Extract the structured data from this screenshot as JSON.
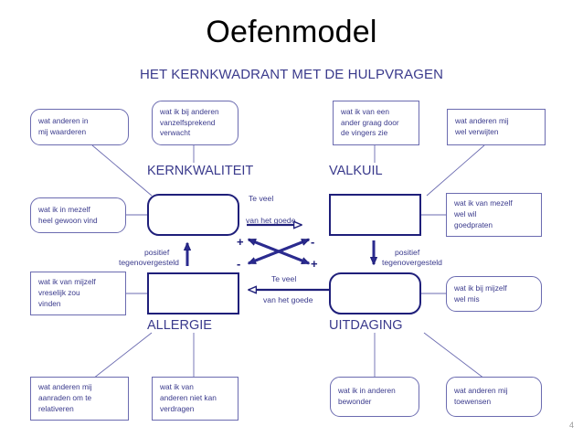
{
  "slide": {
    "title": "Oefenmodel",
    "subtitle": "HET KERNKWADRANT MET DE HULPVRAGEN",
    "page_number": "4",
    "colors": {
      "title": "#000000",
      "accent_text": "#3a3a8c",
      "core_border": "#1f1f7a",
      "box_border": "#6b6bb0",
      "page_number": "#9a9a9a",
      "background": "#ffffff"
    }
  },
  "quadrants": {
    "kernkwaliteit": {
      "label": "KERNKWALITEIT",
      "shape": "rounded"
    },
    "valkuil": {
      "label": "VALKUIL",
      "shape": "rectangular"
    },
    "allergie": {
      "label": "ALLERGIE",
      "shape": "rectangular"
    },
    "uitdaging": {
      "label": "UITDAGING",
      "shape": "rounded"
    }
  },
  "helper_boxes": {
    "top_row": [
      {
        "id": "top-left-outer",
        "text": "wat anderen in\nmij waarderen",
        "shape": "rounded"
      },
      {
        "id": "top-left-inner",
        "text": "wat ik bij anderen\nvanzelfsprekend\nverwacht",
        "shape": "rounded"
      },
      {
        "id": "top-right-inner",
        "text": "wat ik van een\nander graag door\nde vingers zie",
        "shape": "rectangular"
      },
      {
        "id": "top-right-outer",
        "text": "wat anderen mij\nwel verwijten",
        "shape": "rectangular"
      }
    ],
    "middle_row": [
      {
        "id": "mid-left-upper",
        "text": "wat ik in mezelf\nheel gewoon vind",
        "shape": "rounded"
      },
      {
        "id": "mid-right-upper",
        "text": "wat ik van mezelf\nwel wil\ngoedpraten",
        "shape": "rectangular"
      },
      {
        "id": "mid-left-lower",
        "text": "wat ik van mijzelf\nvreselijk zou\nvinden",
        "shape": "rectangular"
      },
      {
        "id": "mid-right-lower",
        "text": "wat ik bij mijzelf\nwel mis",
        "shape": "rounded"
      }
    ],
    "bottom_row": [
      {
        "id": "bot-left-outer",
        "text": "wat anderen mij\naanraden om te\nrelativeren",
        "shape": "rectangular"
      },
      {
        "id": "bot-left-inner",
        "text": "wat ik van\nanderen niet kan\nverdragen",
        "shape": "rectangular"
      },
      {
        "id": "bot-right-inner",
        "text": "wat ik in anderen\nbewonder",
        "shape": "rounded"
      },
      {
        "id": "bot-right-outer",
        "text": "wat anderen mij\ntoewensen",
        "shape": "rounded"
      }
    ]
  },
  "annotations": {
    "teveel_top_line1": "Te veel",
    "teveel_top_line2": "van het goede",
    "teveel_bottom_line1": "Te veel",
    "teveel_bottom_line2": "van het goede",
    "positief_left_line1": "positief",
    "positief_left_line2": "tegenovergesteld",
    "positief_right_line1": "positief",
    "positief_right_line2": "tegenovergesteld",
    "sign_top_left": "+",
    "sign_top_right": "-",
    "sign_bottom_left": "-",
    "sign_bottom_right": "+"
  }
}
